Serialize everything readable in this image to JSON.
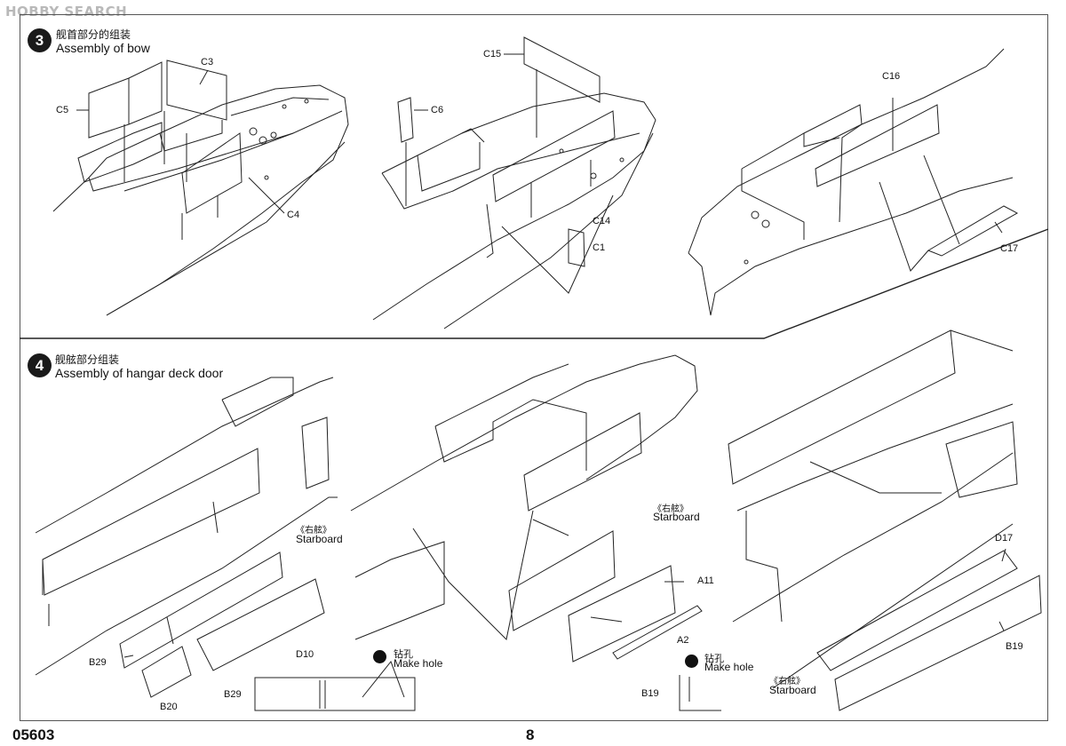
{
  "watermark": "HOBBY SEARCH",
  "steps": [
    {
      "number": "3",
      "title_cn": "舰首部分的组装",
      "title_en": "Assembly of bow"
    },
    {
      "number": "4",
      "title_cn": "舰舷部分组装",
      "title_en": "Assembly of hangar deck door"
    }
  ],
  "part_labels": {
    "c3": "C3",
    "c5": "C5",
    "c4": "C4",
    "c6": "C6",
    "c15": "C15",
    "c14": "C14",
    "c1": "C1",
    "c16": "C16",
    "c17": "C17",
    "a11": "A11",
    "a2": "A2",
    "b29": "B29",
    "b29_detail": "B29",
    "d10": "D10",
    "b20": "B20",
    "d17": "D17",
    "b19": "B19",
    "b19_detail": "B19"
  },
  "notes": {
    "starboard_cn": "《右舷》",
    "starboard_en": "Starboard",
    "make_hole_cn": "钻孔",
    "make_hole_en": "Make hole"
  },
  "footer": {
    "code": "05603",
    "page": "8"
  }
}
